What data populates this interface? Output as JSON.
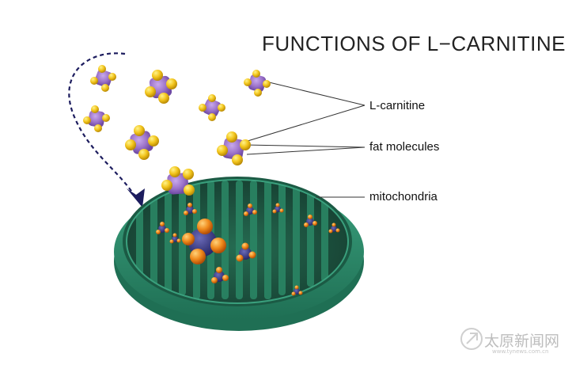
{
  "title": "FUNCTIONS OF L−CARNITINE",
  "labels": {
    "carnitine": "L-carnitine",
    "fat": "fat molecules",
    "mito": "mitochondria"
  },
  "watermark": {
    "text": "太原新闻网",
    "url": "www.tynews.com.cn",
    "icon": "logo-icon"
  },
  "colors": {
    "mito_outer": "#2e8d6c",
    "mito_inner": "#1f5e47",
    "carnitine_core": "#9b72c9",
    "fat_yellow": "#f2c41b",
    "inner_molecule_orange": "#f08a1c",
    "arrow": "#1c1c5e"
  }
}
